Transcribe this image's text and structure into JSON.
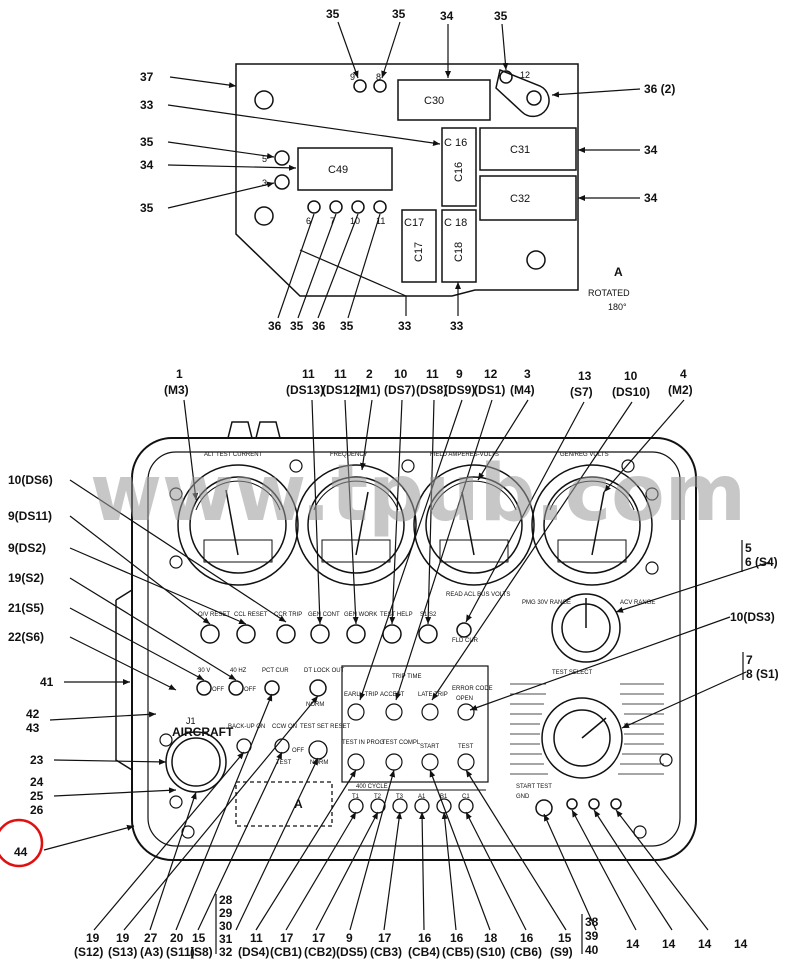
{
  "watermark": "www.tpub.com",
  "top_panel": {
    "view_label_1": "A",
    "view_label_2": "ROTATED",
    "view_label_3": "180°",
    "components": {
      "c30": "C30",
      "c31": "C31",
      "c32": "C32",
      "c49": "C49",
      "c16": "C16",
      "c16_mark": "C 16",
      "c17": "C17",
      "c17_mark": "C17",
      "c18": "C18",
      "c18_mark": "C 18",
      "j9": "9",
      "j8": "8",
      "j12": "12",
      "j5": "5",
      "j3": "3",
      "j6": "6",
      "j7": "7",
      "j10": "10",
      "j11": "11"
    },
    "callouts": {
      "t35a": "35",
      "t35b": "35",
      "t34": "34",
      "t35c": "35",
      "l37": "37",
      "l33": "33",
      "l35": "35",
      "l34": "34",
      "l35b": "35",
      "r36": "36 (2)",
      "r34a": "34",
      "r34b": "34",
      "b36": "36",
      "b35a": "35",
      "b36b": "36",
      "b35b": "35",
      "b33a": "33",
      "b33b": "33"
    }
  },
  "top_callouts": {
    "c1": "1",
    "c1b": "(M3)",
    "c2": "11",
    "c2b": "(DS13)",
    "c3": "11",
    "c3b": "(DS12)",
    "c4": "2",
    "c4b": "(M1)",
    "c5": "10",
    "c5b": "(DS7)",
    "c6": "11",
    "c6b": "(DS8)",
    "c7": "9",
    "c7b": "(DS9)",
    "c8": "12",
    "c8b": "(DS1)",
    "c9": "3",
    "c9b": "(M4)",
    "c10": "13",
    "c10b": "(S7)",
    "c11": "10",
    "c11b": "(DS10)",
    "c12": "4",
    "c12b": "(M2)"
  },
  "left_callouts": {
    "l1": "10(DS6)",
    "l2": "9(DS11)",
    "l3": "9(DS2)",
    "l4": "19(S2)",
    "l5": "21(S5)",
    "l6": "22(S6)",
    "l7": "41",
    "l8": "42",
    "l9": "43",
    "l10": "23",
    "l11": "24",
    "l12": "25",
    "l13": "26",
    "l14": "44"
  },
  "right_callouts": {
    "r1": "5",
    "r2": "6 (S4)",
    "r3": "10(DS3)",
    "r4": "7",
    "r5": "8 (S1)"
  },
  "bottom_callouts": {
    "b1": "19",
    "b1b": "(S12)",
    "b2": "19",
    "b2b": "(S13)",
    "b3": "27",
    "b3b": "(A3)",
    "b4": "20",
    "b4b": "(S11)",
    "b5": "15",
    "b5b": "(S8)",
    "b6a": "28",
    "b6b": "29",
    "b6c": "30",
    "b6d": "31",
    "b6e": "32",
    "b7": "11",
    "b7b": "(DS4)",
    "b8": "17",
    "b8b": "(CB1)",
    "b9": "17",
    "b9b": "(CB2)",
    "b10": "9",
    "b10b": "(DS5)",
    "b11": "17",
    "b11b": "(CB3)",
    "b12": "16",
    "b12b": "(CB4)",
    "b13": "16",
    "b13b": "(CB5)",
    "b14": "18",
    "b14b": "(S10)",
    "b15": "16",
    "b15b": "(CB6)",
    "b16": "15",
    "b16b": "(S9)",
    "b17a": "38",
    "b17b": "39",
    "b17c": "40",
    "b18": "14",
    "b19": "14",
    "b20": "14",
    "b21": "14"
  },
  "panel": {
    "meter1": "ALT TEST CURRENT",
    "meter2": "FREQUENCY",
    "meter3": "FIELD AMPERES-VOLTS",
    "meter4": "GEN/REG VOLTS",
    "lamp1": "O/V RESET",
    "lamp2": "CCL RESET",
    "lamp3": "CCR TRIP",
    "lamp4": "GEN CONT",
    "lamp5": "GEN WORK",
    "lamp6": "TEST HELP",
    "lamp7": "S1 S2",
    "lamp8": "READ ACL BUS VOLTS",
    "lamp9": "FLD CUR",
    "sw1": "OFF",
    "sw1b": "30 V",
    "sw2": "OFF",
    "sw2b": "40 HZ",
    "sw3": "PCT CUR",
    "sw4": "DT LOCK OUT",
    "sw4b": "NORM",
    "j1": "J1",
    "aircraft": "AIRCRAFT",
    "label_a": "A",
    "backup": "BACK-UP ON",
    "ccw": "CCW ON",
    "tsreset": "TEST SET RESET",
    "tsnorm": "NORM",
    "tsoff": "OFF",
    "tstest": "TEST",
    "trip_time": "TRIP TIME",
    "early": "EARLY TRIP",
    "accept": "ACCEPT",
    "late": "LATE TRIP",
    "error": "ERROR CODE",
    "open": "OPEN",
    "tip": "TEST IN PROG",
    "tc": "TEST COMPL",
    "start": "START",
    "test": "TEST",
    "cb_title": "400 CYCLE",
    "cb1": "T1",
    "cb2": "T2",
    "cb3": "T3",
    "cb4": "A1",
    "cb5": "B1",
    "cb6": "C1",
    "pmg": "PMG 30V RANGE",
    "acv": "ACV RANGE",
    "test_select": "TEST SELECT",
    "start_test": "START TEST",
    "gnd": "GND"
  }
}
